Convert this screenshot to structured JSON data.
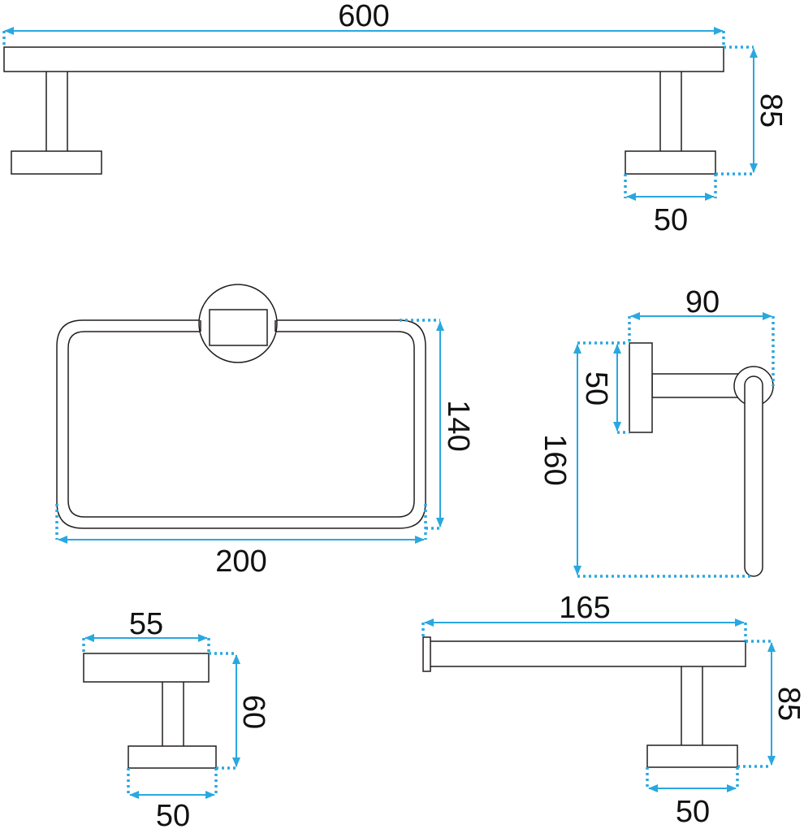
{
  "colors": {
    "dimension_line": "#29a8e0",
    "outline": "#231f20",
    "background": "#ffffff"
  },
  "dimensions": {
    "towel_bar": {
      "length": "600",
      "height": "85",
      "base_width": "50"
    },
    "towel_ring": {
      "height": "140",
      "width": "200"
    },
    "towel_holder": {
      "depth": "90",
      "plate_height": "50",
      "drop": "160"
    },
    "robe_hook": {
      "width": "55",
      "height": "60",
      "base_width": "50"
    },
    "paper_holder": {
      "length": "165",
      "height": "85",
      "base_width": "50"
    }
  }
}
